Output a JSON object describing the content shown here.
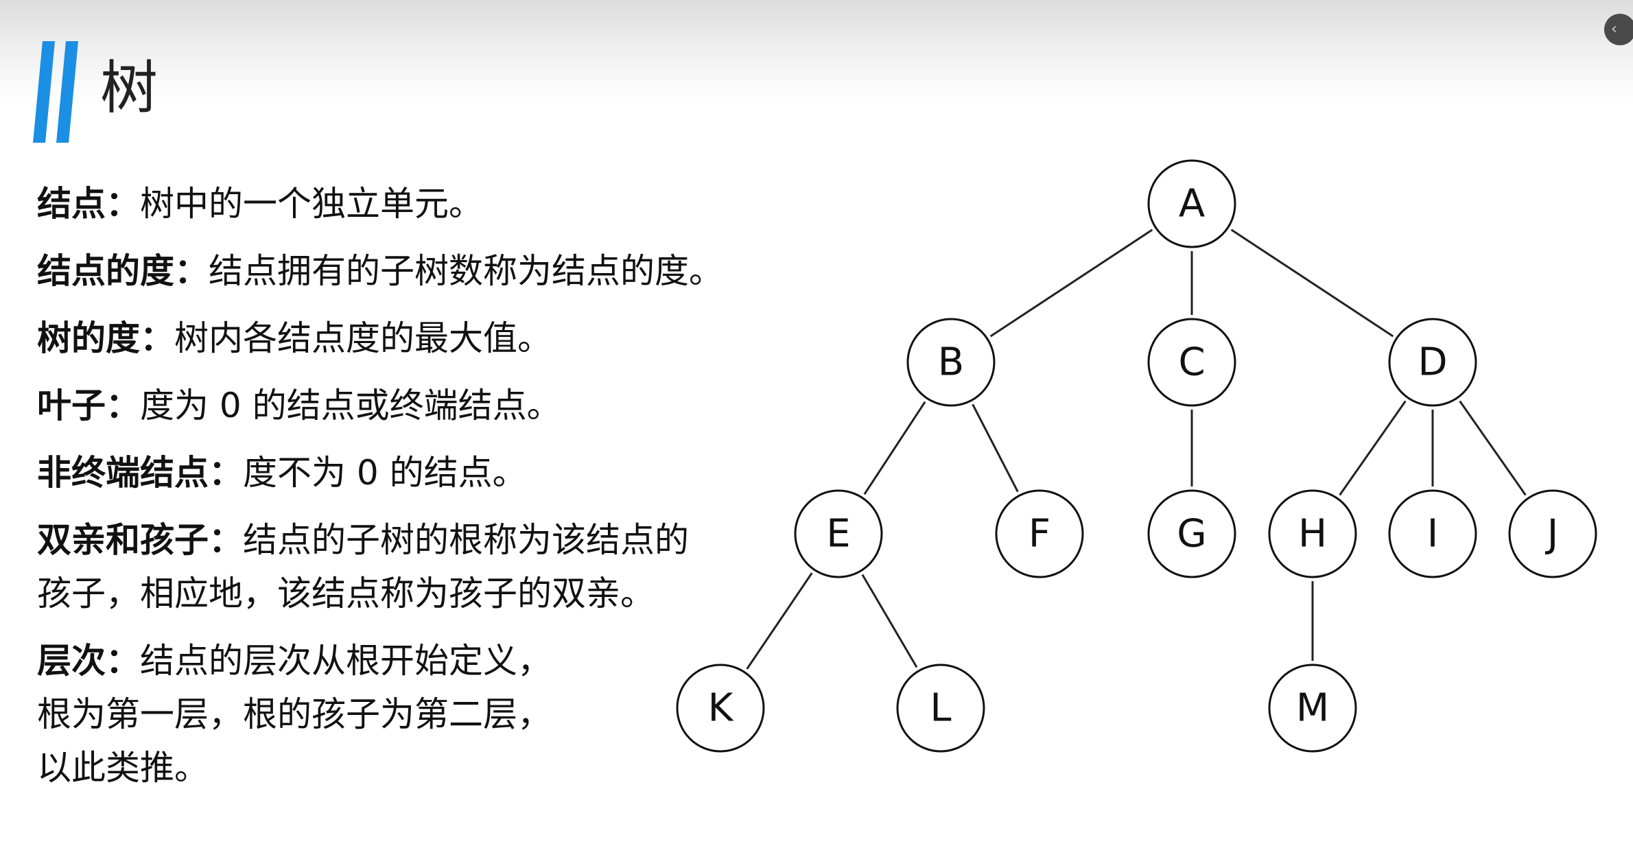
{
  "title": "树",
  "definitions": [
    {
      "term": "结点：",
      "lines": [
        "树中的一个独立单元。"
      ]
    },
    {
      "term": "结点的度：",
      "lines": [
        "结点拥有的子树数称为结点的度。"
      ]
    },
    {
      "term": "树的度：",
      "lines": [
        "树内各结点度的最大值。"
      ]
    },
    {
      "term": "叶子：",
      "lines": [
        "度为 0 的结点或终端结点。"
      ]
    },
    {
      "term": "非终端结点：",
      "lines": [
        "度不为 0 的结点。"
      ]
    },
    {
      "term": "双亲和孩子：",
      "lines": [
        "结点的子树的根称为该结点的",
        "孩子，相应地，该结点称为孩子的双亲。"
      ]
    },
    {
      "term": "层次：",
      "lines": [
        "结点的层次从根开始定义，",
        "根为第一层，根的孩子为第二层，",
        "以此类推。"
      ]
    }
  ],
  "tree": {
    "nodes": [
      "A",
      "B",
      "C",
      "D",
      "E",
      "F",
      "G",
      "H",
      "I",
      "J",
      "K",
      "L",
      "M"
    ],
    "edges": [
      [
        "A",
        "B"
      ],
      [
        "A",
        "C"
      ],
      [
        "A",
        "D"
      ],
      [
        "B",
        "E"
      ],
      [
        "B",
        "F"
      ],
      [
        "C",
        "G"
      ],
      [
        "D",
        "H"
      ],
      [
        "D",
        "I"
      ],
      [
        "D",
        "J"
      ],
      [
        "E",
        "K"
      ],
      [
        "E",
        "L"
      ],
      [
        "H",
        "M"
      ]
    ]
  },
  "colors": {
    "accent": "#1a8fe3",
    "node_stroke": "#111111",
    "edge": "#222222"
  }
}
